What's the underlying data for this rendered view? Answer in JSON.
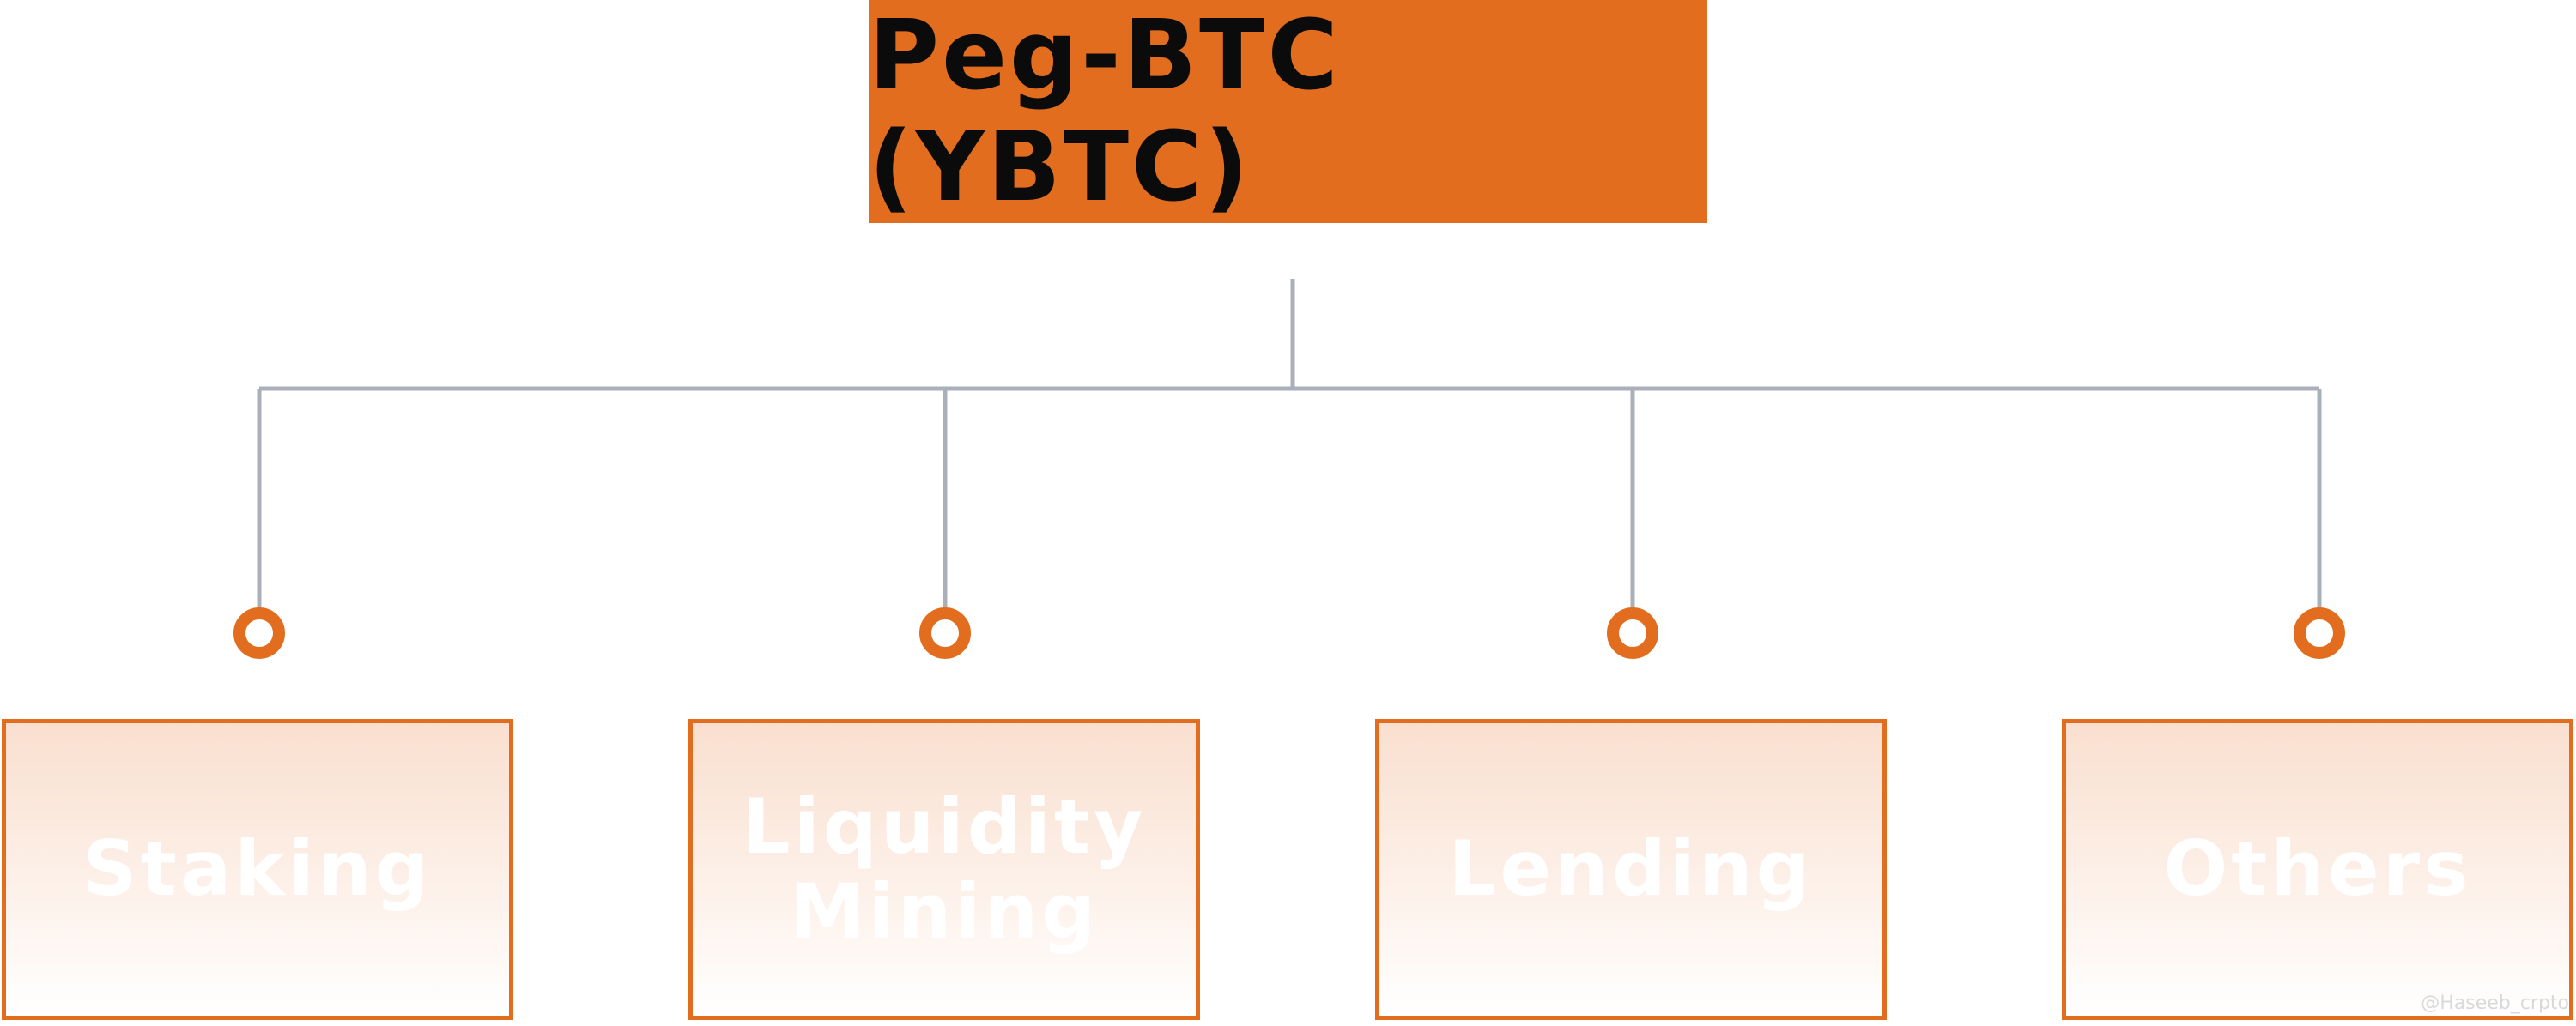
{
  "root": {
    "title": "Peg-BTC (YBTC)"
  },
  "children": [
    {
      "label": "Staking"
    },
    {
      "label": "Liquidity\nMining"
    },
    {
      "label": "Lending"
    },
    {
      "label": "Others"
    }
  ],
  "watermark": "@Haseeb_crpto",
  "colors": {
    "accent": "#e36d1e",
    "connector": "#aab0b9",
    "child_text": "#ffffff",
    "root_text": "#0b0b0b"
  }
}
